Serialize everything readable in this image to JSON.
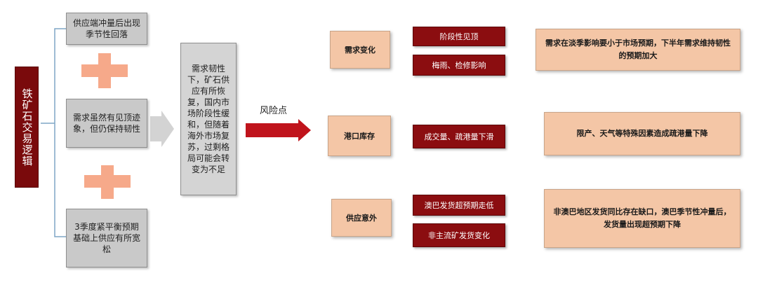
{
  "title": "铁矿石交易逻辑",
  "left_boxes": [
    "供应端冲量后出现季节性回落",
    "需求虽然有见顶迹象，但仍保持韧性",
    "3季度紧平衡预期基础上供应有所宽松"
  ],
  "summary": "需求韧性下，矿石供应有所恢复，国内市场阶段性缓和，但随着海外市场复苏，过剩格局可能会转变为不足",
  "risk_label": "风险点",
  "risks": [
    {
      "name": "需求变化",
      "factors": [
        "阶段性见顶",
        "梅雨、检修影响"
      ],
      "description": "需求在淡季影响要小于市场预期，下半年需求维持韧性的预期加大"
    },
    {
      "name": "港口库存",
      "factors": [
        "成交量、疏港量下滑"
      ],
      "description": "限产、天气等特殊因素造成疏港量下降"
    },
    {
      "name": "供应意外",
      "factors": [
        "澳巴发货超预期走低",
        "非主流矿发货变化"
      ],
      "description": "非澳巴地区发货同比存在缺口，澳巴季节性冲量后，发货量出现超预期下降"
    }
  ],
  "colors": {
    "dark_red": "#8b0d10",
    "peach": "#f4c6a6",
    "plus": "#f6a98a",
    "gray": "#c9c9c9",
    "bracket": "#7fa6c6"
  }
}
